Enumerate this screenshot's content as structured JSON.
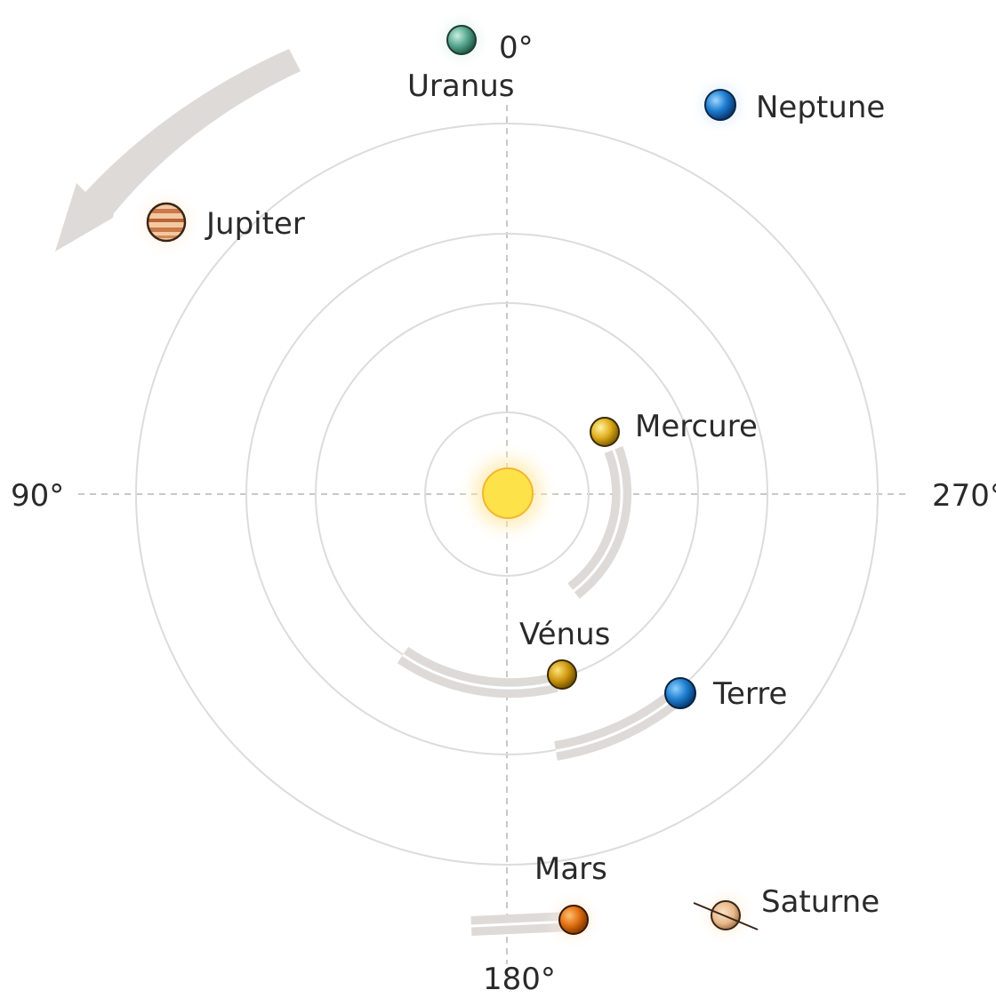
{
  "angles": {
    "top": "0°",
    "left": "90°",
    "right": "270°",
    "bottom": "180°"
  },
  "planets": {
    "uranus": "Uranus",
    "neptune": "Neptune",
    "jupiter": "Jupiter",
    "mercure": "Mercure",
    "venus": "Vénus",
    "terre": "Terre",
    "mars": "Mars",
    "saturne": "Saturne"
  },
  "colors": {
    "sun": "#fde24a",
    "mercure": "#d4a416",
    "venus": "#c99a14",
    "terre": "#1e7cc8",
    "mars": "#e07a14",
    "jupiter": "#e8a77a",
    "saturne": "#e8b98c",
    "uranus": "#5aa88f",
    "neptune": "#1d7dd0",
    "trail": "#dedad8"
  }
}
